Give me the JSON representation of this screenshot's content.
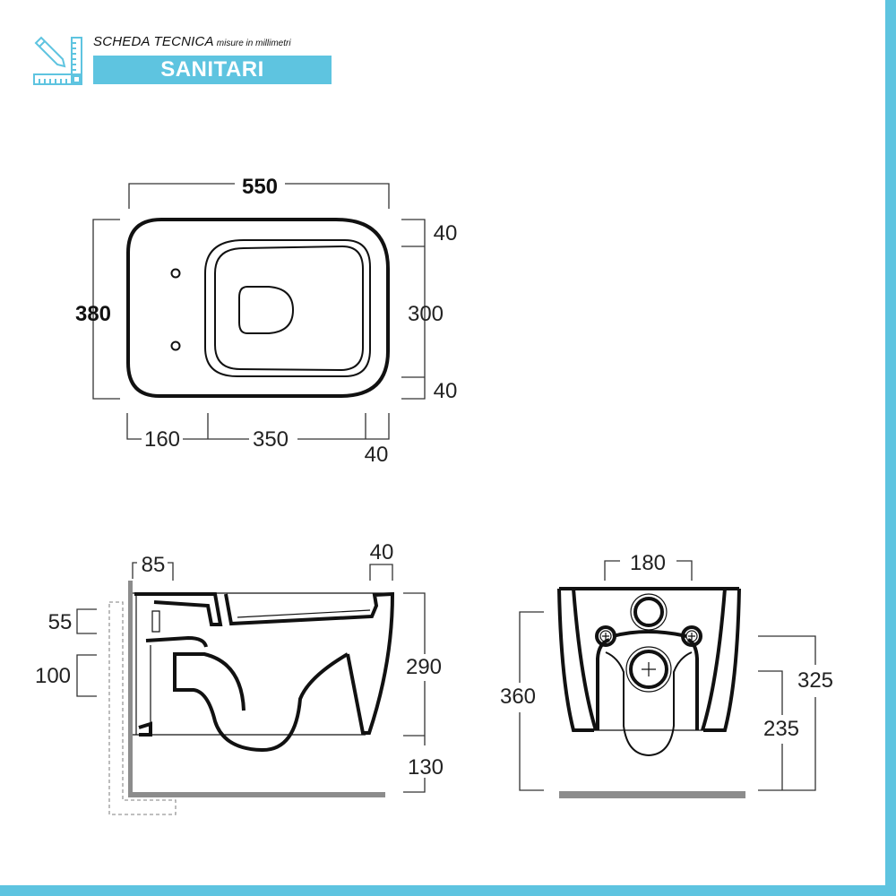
{
  "header": {
    "title": "SCHEDA TECNICA",
    "subtitle": "misure in millimetri",
    "category": "SANITARI",
    "icon": "ruler-pencil-icon"
  },
  "colors": {
    "accent": "#5ec4e0",
    "line": "#111111",
    "wall": "#8c8c8c",
    "background": "#ffffff"
  },
  "top_view": {
    "width": "550",
    "depth": "380",
    "right_top": "40",
    "right_middle": "300",
    "right_bottom": "40",
    "bottom_left": "160",
    "bottom_middle": "350",
    "bottom_right": "40"
  },
  "side_view": {
    "top_left": "85",
    "top_right": "40",
    "left_upper": "55",
    "left_lower": "100",
    "height": "290",
    "floor_clearance": "130"
  },
  "front_view": {
    "fixing_span": "180",
    "left_height": "360",
    "right_outer": "325",
    "right_inner": "235"
  }
}
